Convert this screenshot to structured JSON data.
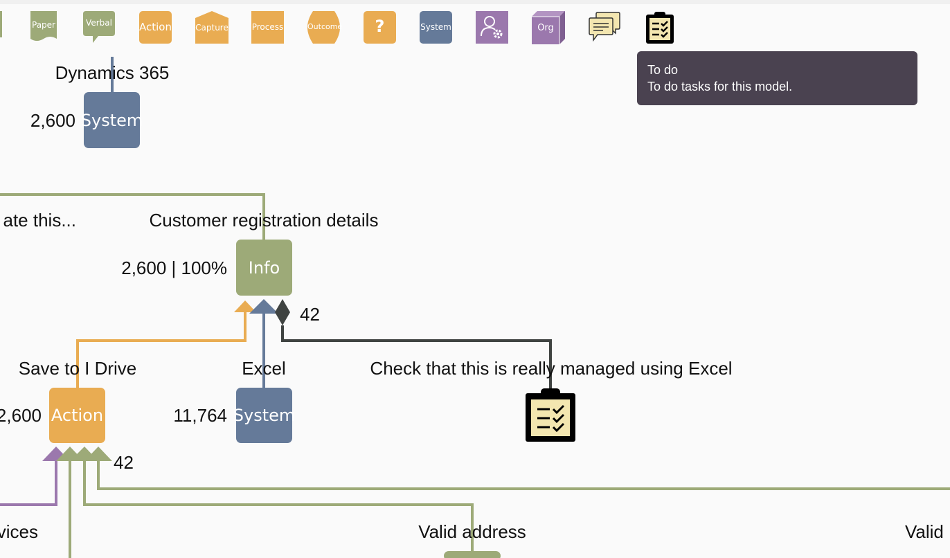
{
  "toolbar": {
    "items": [
      {
        "label": "Paper"
      },
      {
        "label": "Verbal"
      },
      {
        "label": "Action"
      },
      {
        "label": "Capture"
      },
      {
        "label": "Process"
      },
      {
        "label": "Outcome"
      },
      {
        "label": "?"
      },
      {
        "label": "System"
      },
      {
        "label": ""
      },
      {
        "label": "Org"
      },
      {
        "label": ""
      },
      {
        "label": ""
      }
    ]
  },
  "tooltip": {
    "title": "To do",
    "description": "To do tasks for this model."
  },
  "nodes": {
    "dynamics": {
      "title": "Dynamics 365",
      "label": "System",
      "count": "2,600"
    },
    "customer": {
      "title": "Customer registration details",
      "label": "Info",
      "count": "2,600 | 100%"
    },
    "save": {
      "title": "Save to I Drive",
      "label": "Action",
      "count": "2,600"
    },
    "excel": {
      "title": "Excel",
      "label": "System",
      "count": "11,764"
    },
    "todo": {
      "title": "Check that this is really managed using Excel"
    }
  },
  "edge_counts": {
    "diamond": "42",
    "action_in": "42"
  },
  "partial_labels": {
    "left_top": "ate this...",
    "left_bottom": "vices",
    "valid_address": "Valid address",
    "valid_right": "Valid"
  },
  "colors": {
    "info": "#9daa78",
    "action": "#e9ac52",
    "system": "#657a99",
    "purple": "#9b78ad",
    "connector": "#3f4341",
    "tooltip": "#4a4250",
    "todo_fill": "#f3e6b0"
  }
}
